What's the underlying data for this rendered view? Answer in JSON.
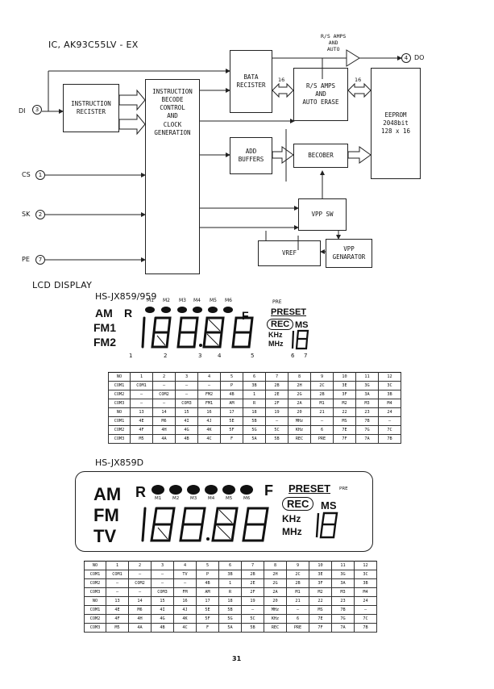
{
  "ic_section": {
    "title": "IC, AK93C55LV - EX",
    "pins": {
      "di": "DI",
      "cs": "CS",
      "sk": "SK",
      "pe": "PE",
      "do": "DO"
    },
    "pin_numbers": {
      "di": "3",
      "cs": "1",
      "sk": "2",
      "pe": "7",
      "do": "4"
    },
    "blocks": {
      "instruction_register": [
        "INSTRUCTION",
        "RECISTER"
      ],
      "instruction_decode": [
        "INSTRUCTION",
        "BECODE",
        "CONTROL",
        "AND",
        "CLOCK",
        "GENERATION"
      ],
      "data_register": [
        "BATA",
        "RECISTER"
      ],
      "rs_amps_auto_erase": [
        "R/S AMPS",
        "AND",
        "AUTO ERASE"
      ],
      "eeprom": [
        "EEPROM",
        "2048bit",
        "128 x 16"
      ],
      "add_buffers": [
        "ADD",
        "BUFFERS"
      ],
      "decoder": [
        "BECOBER"
      ],
      "vpp_sw": [
        "VPP SW"
      ],
      "vref": [
        "VREF"
      ],
      "vpp_generator": [
        "VPP",
        "GENARATOR"
      ]
    },
    "output_amp_label": [
      "R/S AMPS",
      "AND",
      "AUTO"
    ],
    "bus_labels": {
      "bus1": "16",
      "bus2": "16"
    }
  },
  "lcd_section": {
    "title": "LCD DISPLAY",
    "model1": {
      "name": "HS-JX859/959",
      "band_labels": [
        "AM",
        "R",
        "FM1",
        "FM2"
      ],
      "memory_labels": [
        "M1",
        "M2",
        "M3",
        "M4",
        "M5",
        "M6"
      ],
      "right_labels": {
        "f": "F",
        "pre": "PRE",
        "preset": "PRESET",
        "rec": "REC",
        "ms": "MS",
        "khz": "KHz",
        "mhz": "MHz"
      },
      "digit_numbers": [
        "1",
        "2",
        "3",
        "4",
        "5",
        "6",
        "7"
      ],
      "table": {
        "rows": [
          [
            "NO",
            "1",
            "2",
            "3",
            "4",
            "5",
            "6",
            "7",
            "8",
            "9",
            "10",
            "11",
            "12"
          ],
          [
            "COM1",
            "COM1",
            "—",
            "—",
            "—",
            "P",
            "3B",
            "2B",
            "2H",
            "2C",
            "3E",
            "3G",
            "3C"
          ],
          [
            "COM2",
            "—",
            "COM2",
            "—",
            "FM2",
            "4B",
            "1",
            "2E",
            "2G",
            "2B",
            "3F",
            "3A",
            "3B"
          ],
          [
            "COM3",
            "—",
            "—",
            "COM3",
            "FM1",
            "AM",
            "R",
            "2F",
            "2A",
            "M1",
            "M2",
            "M3",
            "M4"
          ],
          [
            "NO",
            "13",
            "14",
            "15",
            "16",
            "17",
            "18",
            "19",
            "20",
            "21",
            "22",
            "23",
            "24"
          ],
          [
            "COM1",
            "4E",
            "M6",
            "4I",
            "4J",
            "5E",
            "5B",
            "—",
            "MHz",
            "—",
            "MS",
            "7B",
            "—"
          ],
          [
            "COM2",
            "4F",
            "4H",
            "4G",
            "4K",
            "5F",
            "5G",
            "5C",
            "KHz",
            "6",
            "7E",
            "7G",
            "7C"
          ],
          [
            "COM3",
            "M5",
            "4A",
            "4B",
            "4C",
            "F",
            "5A",
            "5B",
            "REC",
            "PRE",
            "7F",
            "7A",
            "7B"
          ]
        ]
      }
    },
    "model2": {
      "name": "HS-JX859D",
      "band_labels": [
        "AM",
        "R",
        "FM",
        "TV"
      ],
      "memory_labels": [
        "M1",
        "M2",
        "M3",
        "M4",
        "M5",
        "M6"
      ],
      "right_labels": {
        "f": "F",
        "preset": "PRESET",
        "pre": "PRE",
        "rec": "REC",
        "ms": "MS",
        "khz": "KHz",
        "mhz": "MHz"
      },
      "table": {
        "rows": [
          [
            "NO",
            "1",
            "2",
            "3",
            "4",
            "5",
            "6",
            "7",
            "8",
            "9",
            "10",
            "11",
            "12"
          ],
          [
            "COM1",
            "COM1",
            "—",
            "—",
            "TV",
            "P",
            "3B",
            "2B",
            "2H",
            "2C",
            "3E",
            "3G",
            "3C"
          ],
          [
            "COM2",
            "—",
            "COM2",
            "—",
            "—",
            "4B",
            "1",
            "2E",
            "2G",
            "2B",
            "3F",
            "3A",
            "3B"
          ],
          [
            "COM3",
            "—",
            "—",
            "COM3",
            "FM",
            "AM",
            "R",
            "2F",
            "2A",
            "M1",
            "M2",
            "M3",
            "M4"
          ],
          [
            "NO",
            "13",
            "14",
            "15",
            "16",
            "17",
            "18",
            "19",
            "20",
            "21",
            "22",
            "23",
            "24"
          ],
          [
            "COM1",
            "4E",
            "M6",
            "4I",
            "4J",
            "5E",
            "5B",
            "—",
            "MHz",
            "—",
            "MS",
            "7B",
            "—"
          ],
          [
            "COM2",
            "4F",
            "4H",
            "4G",
            "4K",
            "5F",
            "5G",
            "5C",
            "KHz",
            "6",
            "7E",
            "7G",
            "7C"
          ],
          [
            "COM3",
            "M5",
            "4A",
            "4B",
            "4C",
            "F",
            "5A",
            "5B",
            "REC",
            "PRE",
            "7F",
            "7A",
            "7B"
          ]
        ]
      }
    }
  },
  "page_number": "31"
}
